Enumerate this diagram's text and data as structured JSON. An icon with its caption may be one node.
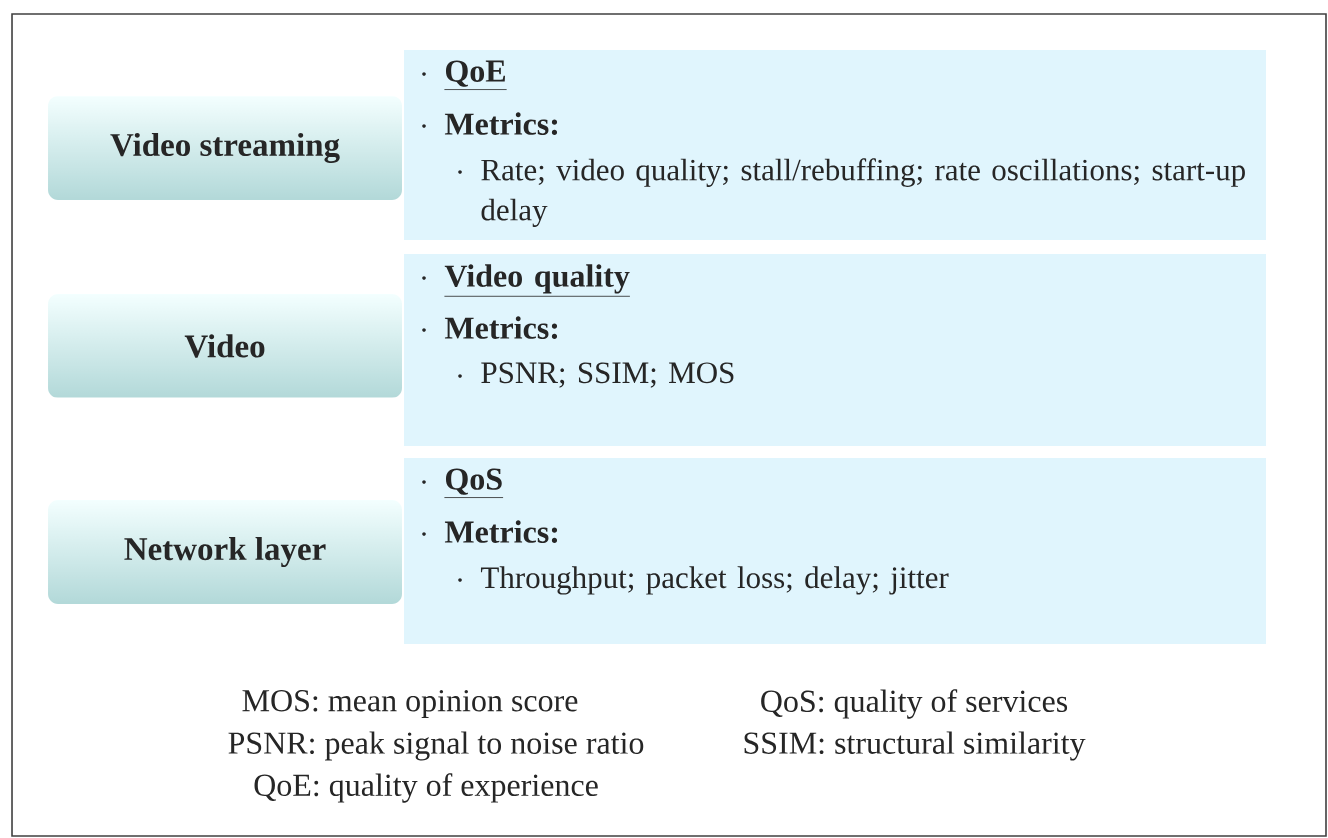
{
  "diagram": {
    "nodes": [
      {
        "text": [
          "Video streaming"
        ]
      },
      {
        "text": [
          "QoE",
          "Metrics:",
          "Rate; video quality; stall/rebuffing; rate oscillations; start-up delay"
        ]
      },
      {
        "text": [
          "Video"
        ]
      },
      {
        "text": [
          "Video quality",
          "Metrics:",
          "PSNR; SSIM; MOS"
        ]
      },
      {
        "text": [
          "Network layer"
        ]
      },
      {
        "text": [
          "QoS",
          "Metrics:",
          "Throughput; packet loss; delay; jitter"
        ]
      }
    ],
    "labels": [
      "MOS: mean opinion score",
      "QoS: quality of services",
      "PSNR: peak signal to noise ratio",
      "SSIM: structural similarity",
      "QoE: quality of experience"
    ]
  }
}
